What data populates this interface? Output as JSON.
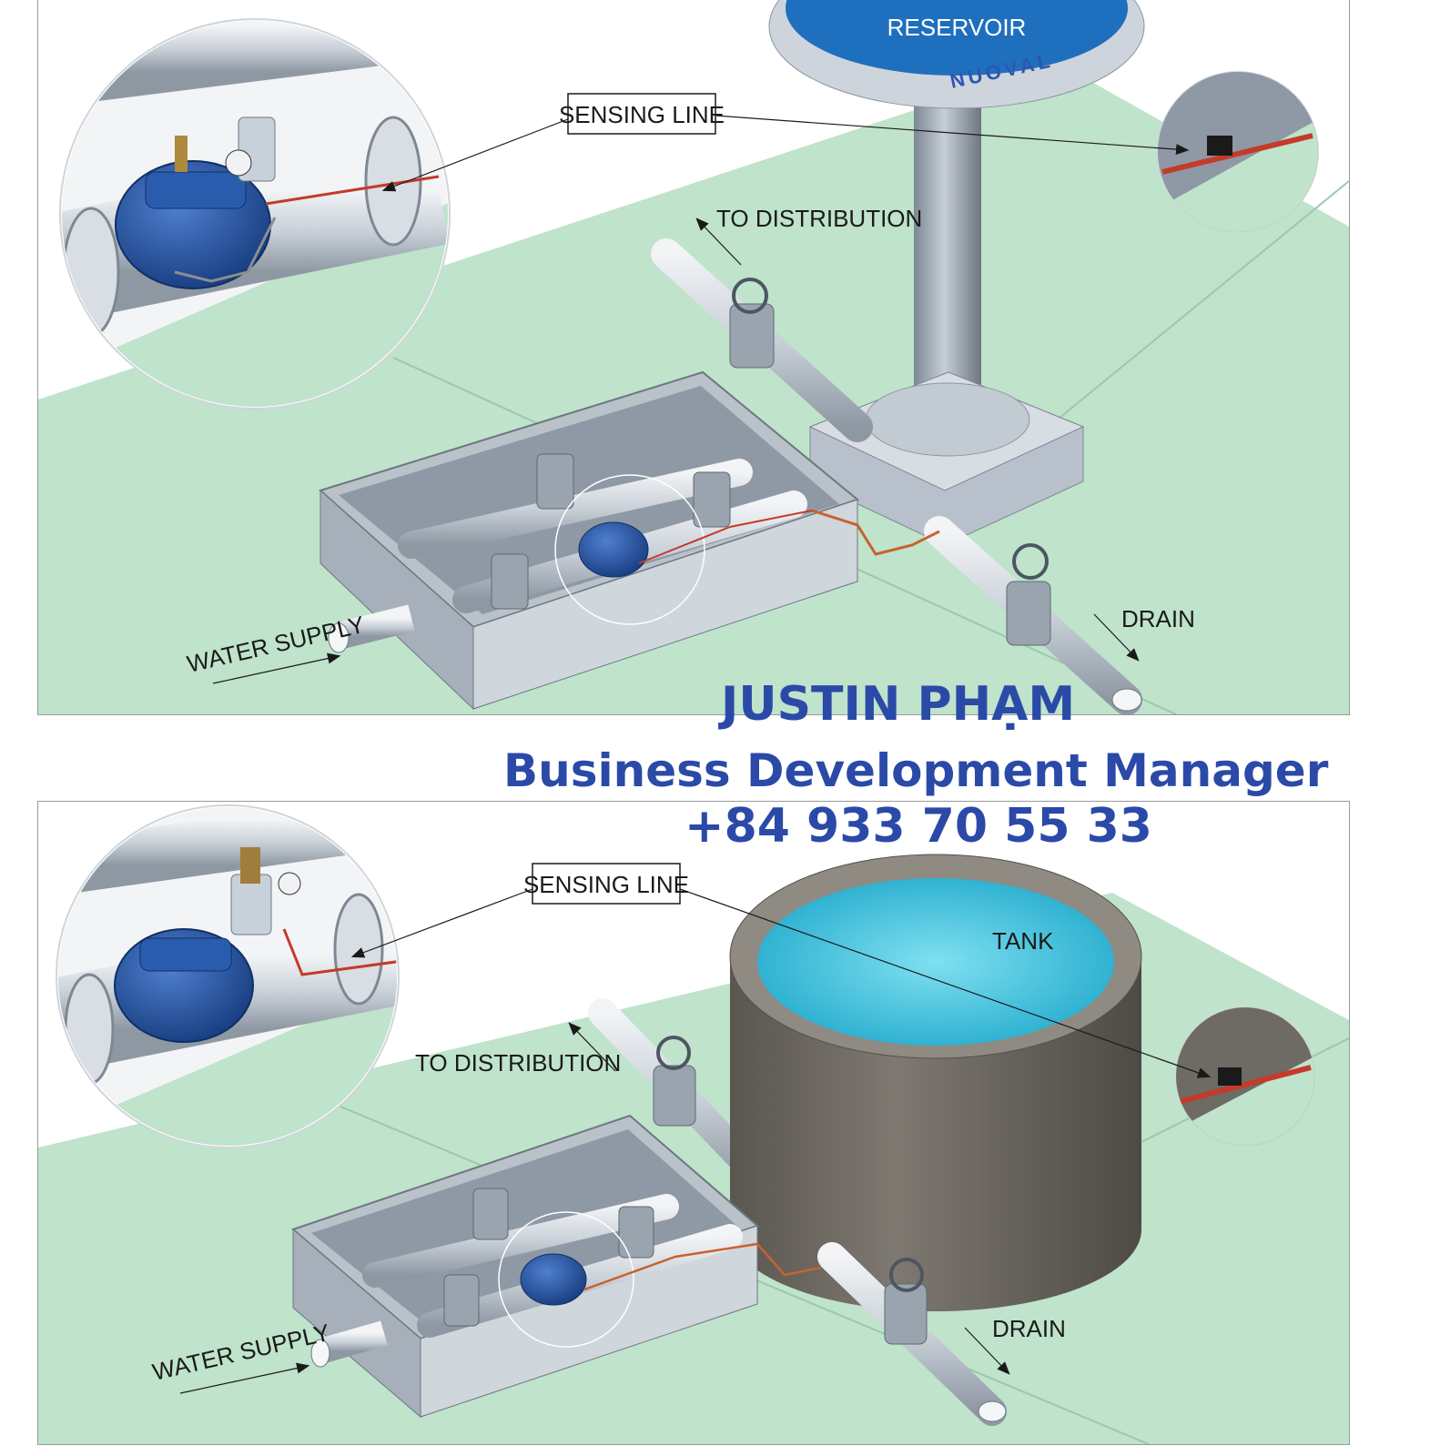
{
  "top_diagram": {
    "reservoir_label": "RESERVOIR",
    "brand_text": "NUOVAL",
    "sensing_line": "SENSING LINE",
    "to_distribution": "TO DISTRIBUTION",
    "drain": "DRAIN",
    "water_supply": "WATER SUPPLY"
  },
  "bottom_diagram": {
    "sensing_line": "SENSING LINE",
    "tank_label": "TANK",
    "to_distribution": "TO DISTRIBUTION",
    "drain": "DRAIN",
    "water_supply": "WATER SUPPLY"
  },
  "contact": {
    "name": "JUSTIN PHẠM",
    "title": "Business Development Manager",
    "phone": "+84 933 70 55 33"
  },
  "colors": {
    "ground": "#bfe3cb",
    "valve": "#1f4f9c",
    "pipe": "#cfd5dc",
    "text_overlay": "#2b4aa8",
    "water": "#3fc1dc",
    "tank": "#6e6a64"
  }
}
